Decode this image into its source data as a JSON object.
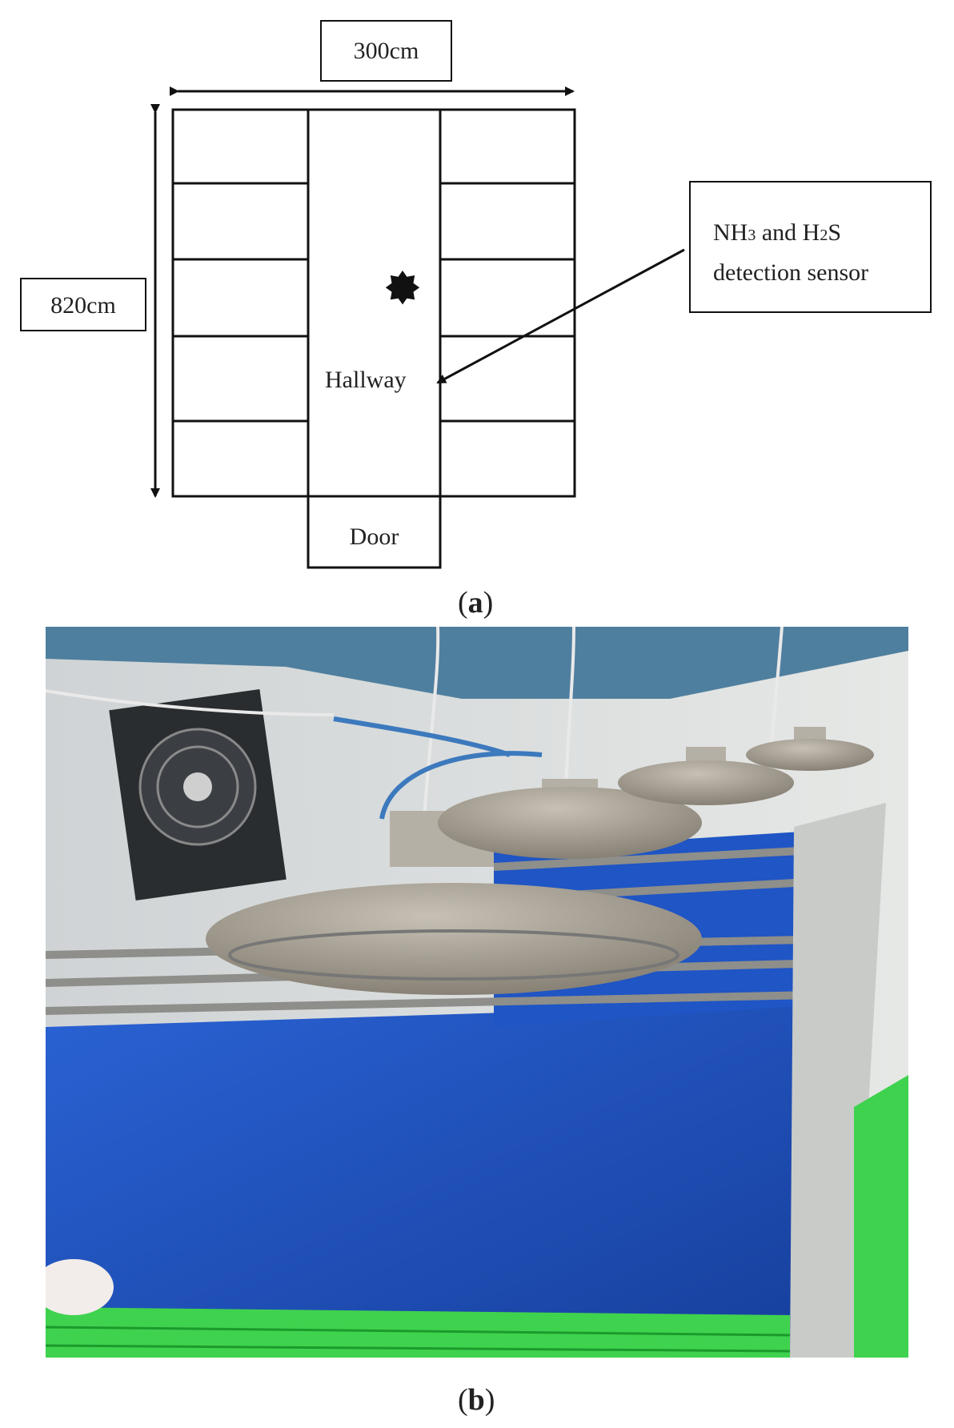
{
  "figure_a": {
    "width_label": "300cm",
    "length_label": "820cm",
    "sensor_label_line1_a": "NH",
    "sensor_label_sub1": "3",
    "sensor_label_line1_b": " and H",
    "sensor_label_sub2": "2",
    "sensor_label_line1_c": "S",
    "sensor_label_line2": "detection sensor",
    "hallway_label": "Hallway",
    "door_label": "Door",
    "caption_open": "(",
    "caption_letter": "a",
    "caption_close": ")"
  },
  "figure_b": {
    "caption_open": "(",
    "caption_letter": "b",
    "caption_close": ")"
  },
  "colors": {
    "line": "#111111",
    "pen_blue": "#1e56c8",
    "floor_green": "#3fd24e",
    "wall": "#dcdfe0",
    "lamp_metal": "#a59e91"
  }
}
